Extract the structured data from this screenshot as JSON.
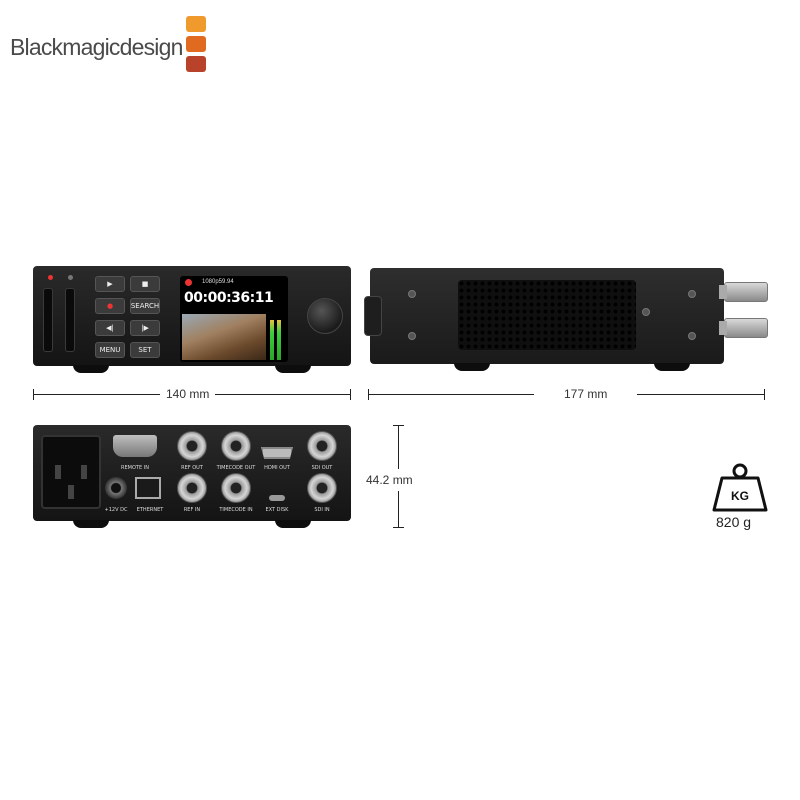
{
  "brand": {
    "name": "Blackmagicdesign"
  },
  "front_panel": {
    "buttons": [
      "▶",
      "■",
      "●",
      "SEARCH",
      "◀|",
      "|▶",
      "MENU",
      "SET"
    ],
    "screen": {
      "format": "1080p59.94",
      "timecode": "00:00:36:11"
    }
  },
  "back_panel": {
    "ports": [
      "REMOTE IN",
      "REF OUT",
      "TIMECODE OUT",
      "HDMI OUT",
      "SDI OUT",
      "+12V DC",
      "ETHERNET",
      "REF IN",
      "TIMECODE IN",
      "EXT DISK",
      "SDI IN"
    ]
  },
  "dimensions": {
    "width": "140 mm",
    "depth": "177 mm",
    "height": "44.2 mm"
  },
  "weight": {
    "icon_label": "KG",
    "value": "820 g"
  },
  "colors": {
    "logo_orange": "#f09a2e",
    "logo_dark_orange": "#e06a20",
    "logo_red": "#b8432a",
    "record_red": "#e33333"
  }
}
